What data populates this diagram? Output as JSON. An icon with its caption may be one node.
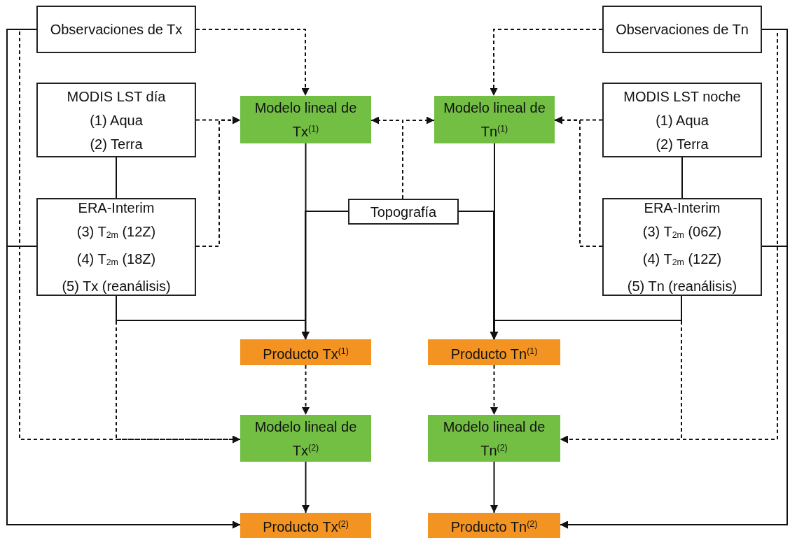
{
  "diagram": {
    "nodes": [
      {
        "text": [
          "Observaciones de Tx"
        ]
      },
      {
        "text": [
          "Observaciones de Tn"
        ]
      },
      {
        "text": [
          "MODIS LST día",
          "(1) Aqua",
          "(2) Terra"
        ]
      },
      {
        "text": [
          "Modelo lineal de Tx$^{(1)}$"
        ]
      },
      {
        "text": [
          "Modelo lineal de Tn$^{(1)}$"
        ]
      },
      {
        "text": [
          "MODIS LST noche",
          "(1) Aqua",
          "(2) Terra"
        ]
      },
      {
        "text": [
          "ERA-Interim",
          "(3) T$_{2m}$ (12Z)",
          "(4) T$_{2m}$ (18Z)",
          "(5) Tx (reanálisis)"
        ]
      },
      {
        "text": [
          "Topografía"
        ]
      },
      {
        "text": [
          "ERA-Interim",
          "(3) T$_{2m}$ (06Z)",
          "(4) T$_{2m}$ (12Z)",
          "(5) Tn (reanálisis)"
        ]
      },
      {
        "text": [
          "Producto Tx$^{(1)}$"
        ]
      },
      {
        "text": [
          "Producto Tn$^{(1)}$"
        ]
      },
      {
        "text": [
          "Modelo lineal de Tx$^{(2)}$"
        ]
      },
      {
        "text": [
          "Modelo lineal de Tn$^{(2)}$"
        ]
      },
      {
        "text": [
          "Producto Tx$^{(2)}$"
        ]
      },
      {
        "text": [
          "Producto Tn$^{(2)}$"
        ]
      }
    ],
    "edges": [
      {
        "from": 0,
        "to": 3,
        "arrow": "to",
        "style": "dashed"
      },
      {
        "from": 1,
        "to": 4,
        "arrow": "to",
        "style": "dashed"
      },
      {
        "from": 2,
        "to": 3,
        "arrow": "to",
        "style": "dashed"
      },
      {
        "from": 6,
        "to": 3,
        "arrow": "to",
        "style": "dashed"
      },
      {
        "from": 7,
        "to": 3,
        "arrow": "to",
        "style": "dashed"
      },
      {
        "from": 7,
        "to": 4,
        "arrow": "to",
        "style": "dashed"
      },
      {
        "from": 5,
        "to": 4,
        "arrow": "to",
        "style": "dashed"
      },
      {
        "from": 8,
        "to": 4,
        "arrow": "to",
        "style": "dashed"
      },
      {
        "from": 2,
        "to": 6,
        "arrow": "none"
      },
      {
        "from": 5,
        "to": 8,
        "arrow": "none"
      },
      {
        "from": 3,
        "to": 9,
        "arrow": "to"
      },
      {
        "from": 7,
        "to": 9,
        "arrow": "to"
      },
      {
        "from": 6,
        "to": 9,
        "arrow": "to"
      },
      {
        "from": 4,
        "to": 10,
        "arrow": "to"
      },
      {
        "from": 7,
        "to": 10,
        "arrow": "to"
      },
      {
        "from": 8,
        "to": 10,
        "arrow": "to"
      },
      {
        "from": 9,
        "to": 11,
        "arrow": "to",
        "style": "dashed"
      },
      {
        "from": 10,
        "to": 12,
        "arrow": "to",
        "style": "dashed"
      },
      {
        "from": 0,
        "to": 11,
        "arrow": "to",
        "style": "dashed"
      },
      {
        "from": 6,
        "to": 11,
        "arrow": "to",
        "style": "dashed"
      },
      {
        "from": 1,
        "to": 12,
        "arrow": "to",
        "style": "dashed"
      },
      {
        "from": 8,
        "to": 12,
        "arrow": "to",
        "style": "dashed"
      },
      {
        "from": 11,
        "to": 13,
        "arrow": "to"
      },
      {
        "from": 12,
        "to": 14,
        "arrow": "to"
      },
      {
        "from": 0,
        "to": 13,
        "arrow": "to"
      },
      {
        "from": 6,
        "to": 13,
        "arrow": "to"
      },
      {
        "from": 1,
        "to": 14,
        "arrow": "to"
      },
      {
        "from": 8,
        "to": 14,
        "arrow": "to"
      }
    ]
  }
}
